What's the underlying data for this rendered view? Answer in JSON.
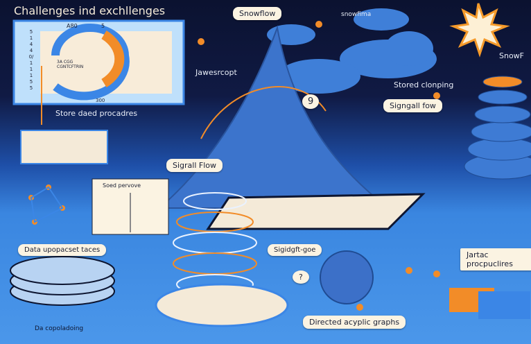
{
  "title": "Challenges ind exchllenges",
  "chart_panel": {
    "top_labels": [
      "A80",
      "5"
    ],
    "y_ticks": [
      "5",
      "1",
      "4",
      "4",
      "0/",
      "1",
      "1",
      "1",
      "5",
      "5"
    ],
    "center_label": "3A CGG CGNTCFTRIN",
    "bottom_label": "300"
  },
  "labels": {
    "store_procedures": "Store daed procadres",
    "snowflow": "Snowflow",
    "javascript": "Jawesrcopt",
    "snowfima": "snowfima",
    "stored_clonping": "Stored clonping",
    "snowf": "SnowF",
    "nine": "9",
    "signgall_fow": "Signgall fow",
    "sigrall_flow": "Sigrall Flow",
    "soed_pervove": "Soed pervove",
    "data_taces": "Data upopacset taces",
    "da_copoladoing": "Da copoladoing",
    "sigidgft": "Sigidgft-goe",
    "question": "?",
    "jartac": "Jartac procpuclires",
    "dag": "Directed acyplic graphs"
  },
  "colors": {
    "accent_blue": "#3b86e6",
    "accent_orange": "#f28c28",
    "label_bg": "#fbf3e2",
    "dark_bg": "#0b1230"
  }
}
